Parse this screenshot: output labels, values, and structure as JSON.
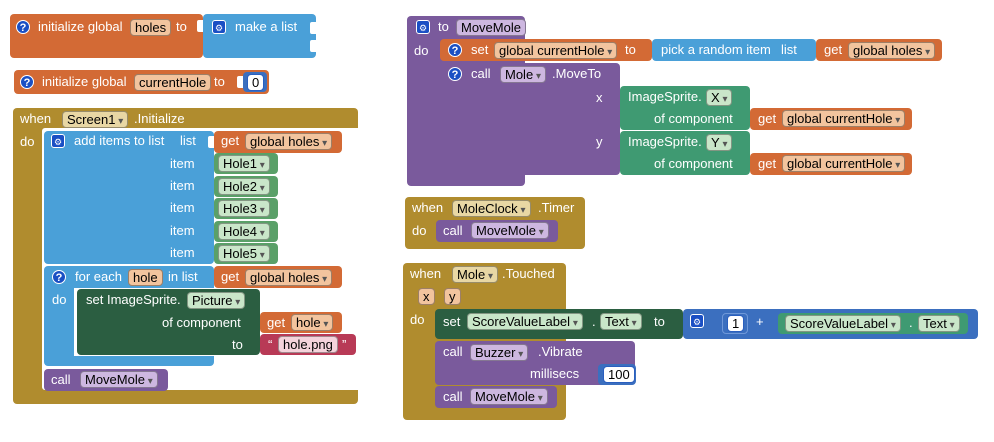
{
  "blocks": {
    "init_holes": {
      "initialize_global": "initialize global",
      "name": "holes",
      "to": "to",
      "make_a_list": "make a list"
    },
    "init_current_hole": {
      "initialize_global": "initialize global",
      "name": "currentHole",
      "to": "to",
      "value": "0"
    },
    "screen_init": {
      "when": "when",
      "component": "Screen1",
      "event": ".Initialize",
      "do": "do",
      "add_items": "add items to list",
      "list": "list",
      "get": "get",
      "global_holes": "global holes",
      "item": "item",
      "items": [
        "Hole1",
        "Hole2",
        "Hole3",
        "Hole4",
        "Hole5"
      ],
      "for_each": "for each",
      "var": "hole",
      "in_list": "in list",
      "set": "set ImageSprite.",
      "prop": "Picture",
      "of_component": "of component",
      "get_hole": "hole",
      "to": "to",
      "quote_open": "“",
      "png": "hole.png",
      "quote_close": "”",
      "call": "call",
      "move_mole": "MoveMole"
    },
    "move_mole_proc": {
      "to": "to",
      "name": "MoveMole",
      "do": "do",
      "set": "set",
      "global_current_hole": "global currentHole",
      "to2": "to",
      "pick_random": "pick a random item",
      "list": "list",
      "get": "get",
      "global_holes": "global holes",
      "call": "call",
      "mole": "Mole",
      "move_to": ".MoveTo",
      "x": "x",
      "y": "y",
      "image_sprite": "ImageSprite.",
      "X": "X",
      "Y": "Y",
      "of_component": "of component"
    },
    "mole_clock": {
      "when": "when",
      "component": "MoleClock",
      "event": ".Timer",
      "do": "do",
      "call": "call",
      "move_mole": "MoveMole"
    },
    "mole_touched": {
      "when": "when",
      "component": "Mole",
      "event": ".Touched",
      "param_x": "x",
      "param_y": "y",
      "do": "do",
      "set": "set",
      "score_label": "ScoreValueLabel",
      "dot": ".",
      "text": "Text",
      "to": "to",
      "one": "1",
      "plus": "+",
      "call": "call",
      "buzzer": "Buzzer",
      "vibrate": ".Vibrate",
      "millisecs": "millisecs",
      "ms_value": "100",
      "move_mole": "MoveMole"
    }
  },
  "colors": {
    "variables": "#d36a35",
    "lists": "#4aa0d8",
    "events": "#b08c2e",
    "procedures": "#7a5a9c",
    "component_set": "#2d7a4f",
    "component_get": "#3f9a72",
    "text": "#b83a56",
    "math": "#3b6fbf"
  },
  "icons": [
    "help-icon",
    "mutator-gear-icon",
    "dropdown-arrow-icon"
  ]
}
